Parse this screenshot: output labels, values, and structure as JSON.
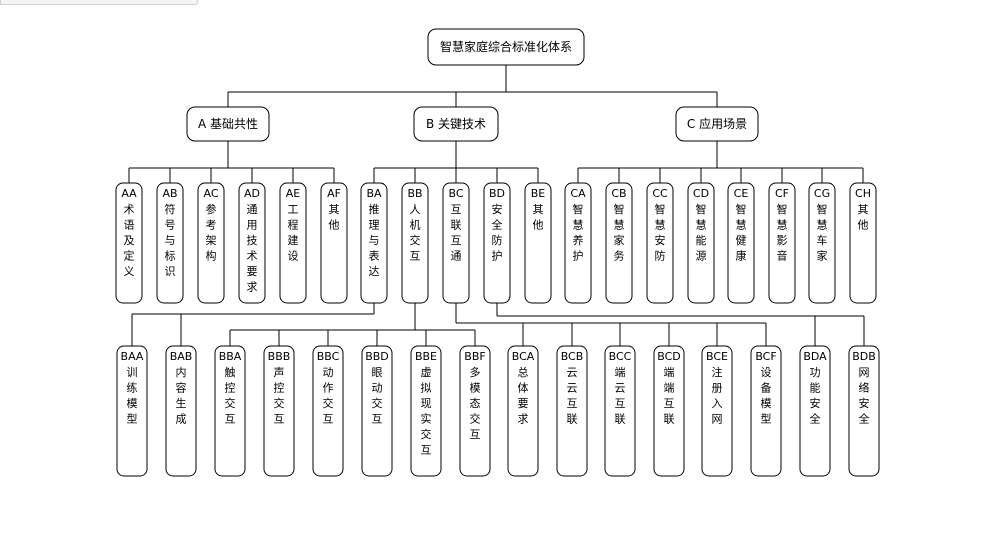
{
  "root": {
    "id": "root",
    "label": "智慧家庭综合标准化体系"
  },
  "categories": [
    {
      "id": "A",
      "label": "A 基础共性"
    },
    {
      "id": "B",
      "label": "B 关键技术"
    },
    {
      "id": "C",
      "label": "C 应用场景"
    }
  ],
  "level2": [
    {
      "id": "AA",
      "parent": "A",
      "code": "AA",
      "text": "术语及定义"
    },
    {
      "id": "AB",
      "parent": "A",
      "code": "AB",
      "text": "符号与标识"
    },
    {
      "id": "AC",
      "parent": "A",
      "code": "AC",
      "text": "参考架构"
    },
    {
      "id": "AD",
      "parent": "A",
      "code": "AD",
      "text": "通用技术要求"
    },
    {
      "id": "AE",
      "parent": "A",
      "code": "AE",
      "text": "工程建设"
    },
    {
      "id": "AF",
      "parent": "A",
      "code": "AF",
      "text": "其他"
    },
    {
      "id": "BA",
      "parent": "B",
      "code": "BA",
      "text": "推理与表达"
    },
    {
      "id": "BB",
      "parent": "B",
      "code": "BB",
      "text": "人机交互"
    },
    {
      "id": "BC",
      "parent": "B",
      "code": "BC",
      "text": "互联互通"
    },
    {
      "id": "BD",
      "parent": "B",
      "code": "BD",
      "text": "安全防护"
    },
    {
      "id": "BE",
      "parent": "B",
      "code": "BE",
      "text": "其他"
    },
    {
      "id": "CA",
      "parent": "C",
      "code": "CA",
      "text": "智慧养护"
    },
    {
      "id": "CB",
      "parent": "C",
      "code": "CB",
      "text": "智慧家务"
    },
    {
      "id": "CC",
      "parent": "C",
      "code": "CC",
      "text": "智慧安防"
    },
    {
      "id": "CD",
      "parent": "C",
      "code": "CD",
      "text": "智慧能源"
    },
    {
      "id": "CE",
      "parent": "C",
      "code": "CE",
      "text": "智慧健康"
    },
    {
      "id": "CF",
      "parent": "C",
      "code": "CF",
      "text": "智慧影音"
    },
    {
      "id": "CG",
      "parent": "C",
      "code": "CG",
      "text": "智慧车家"
    },
    {
      "id": "CH",
      "parent": "C",
      "code": "CH",
      "text": "其他"
    }
  ],
  "level3": [
    {
      "id": "BAA",
      "parent": "BA",
      "code": "BAA",
      "text": "训练模型"
    },
    {
      "id": "BAB",
      "parent": "BA",
      "code": "BAB",
      "text": "内容生成"
    },
    {
      "id": "BBA",
      "parent": "BB",
      "code": "BBA",
      "text": "触控交互"
    },
    {
      "id": "BBB",
      "parent": "BB",
      "code": "BBB",
      "text": "声控交互"
    },
    {
      "id": "BBC",
      "parent": "BB",
      "code": "BBC",
      "text": "动作交互"
    },
    {
      "id": "BBD",
      "parent": "BB",
      "code": "BBD",
      "text": "眼动交互"
    },
    {
      "id": "BBE",
      "parent": "BB",
      "code": "BBE",
      "text": "虚拟现实交互"
    },
    {
      "id": "BBF",
      "parent": "BB",
      "code": "BBF",
      "text": "多模态交互"
    },
    {
      "id": "BCA",
      "parent": "BC",
      "code": "BCA",
      "text": "总体要求"
    },
    {
      "id": "BCB",
      "parent": "BC",
      "code": "BCB",
      "text": "云云互联"
    },
    {
      "id": "BCC",
      "parent": "BC",
      "code": "BCC",
      "text": "端云互联"
    },
    {
      "id": "BCD",
      "parent": "BC",
      "code": "BCD",
      "text": "端端互联"
    },
    {
      "id": "BCE",
      "parent": "BC",
      "code": "BCE",
      "text": "注册入网"
    },
    {
      "id": "BCF",
      "parent": "BC",
      "code": "BCF",
      "text": "设备模型"
    },
    {
      "id": "BDA",
      "parent": "BD",
      "code": "BDA",
      "text": "功能安全"
    },
    {
      "id": "BDB",
      "parent": "BD",
      "code": "BDB",
      "text": "网络安全"
    }
  ]
}
